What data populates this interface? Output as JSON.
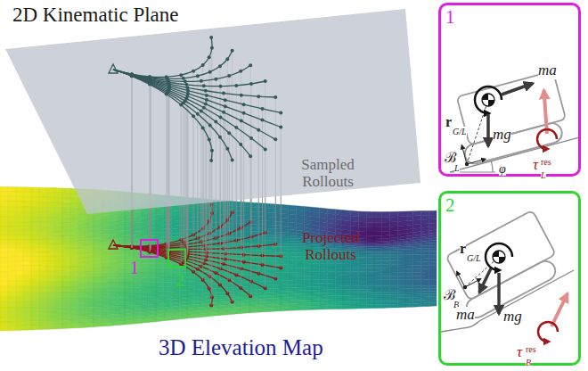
{
  "diagram": {
    "nodes": [
      {
        "text": [
          "1"
        ]
      },
      {
        "text": [
          "2"
        ]
      },
      {
        "text": [
          "1"
        ]
      },
      {
        "text": [
          "2"
        ]
      }
    ],
    "labels": [
      "2D Kinematic Plane",
      "Sampled Rollouts",
      "Projected Rollouts",
      "3D Elevation Map",
      "ma",
      "mg",
      "r",
      "G/L",
      "ℬ",
      "L",
      "φ",
      "τ",
      "res",
      "L",
      "r",
      "G/L",
      "ℬ",
      "B",
      "ma",
      "mg",
      "τ",
      "res",
      "B"
    ]
  }
}
